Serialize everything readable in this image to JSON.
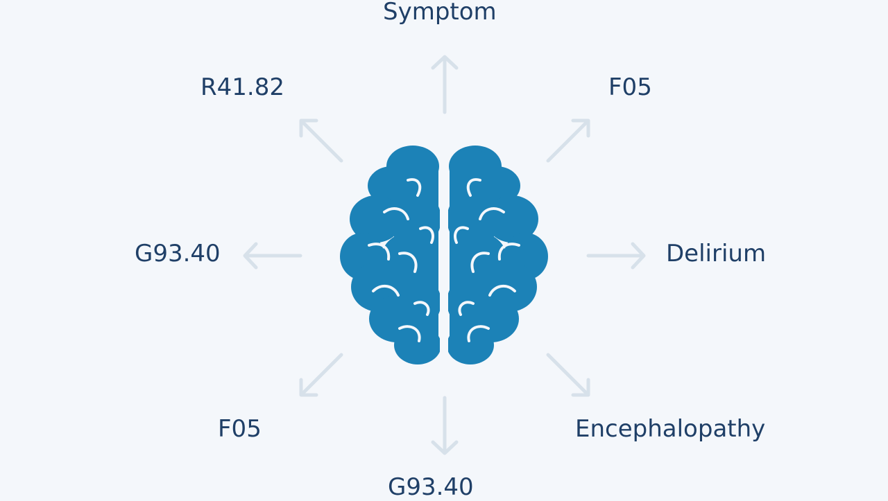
{
  "labels": {
    "top": "Symptom",
    "top_left": "R41.82",
    "top_right": "F05",
    "left": "G93.40",
    "right": "Delirium",
    "bottom_left": "F05",
    "bottom_right": "Encephalopathy",
    "bottom": "G93.40"
  },
  "icons": {
    "center": "brain-icon",
    "arrow": "arrow-icon"
  },
  "colors": {
    "background": "#f4f7fb",
    "text": "#1f3f67",
    "brain": "#1c82b7",
    "arrow": "#d7e1ea"
  }
}
